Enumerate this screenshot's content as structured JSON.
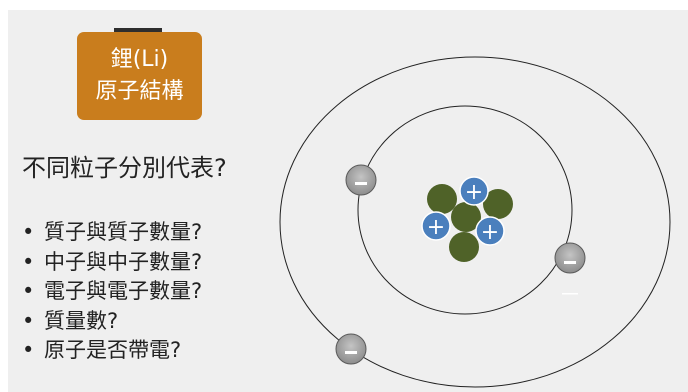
{
  "title": {
    "line1": "鋰(Li)",
    "line2": "原子結構"
  },
  "question": "不同粒子分別代表?",
  "bullets": [
    "質子與質子數量?",
    "中子與中子數量?",
    "電子與電子數量?",
    "質量數?",
    "原子是否帶電?"
  ],
  "bullet_symbol": "•",
  "atom": {
    "proton_symbol": "+",
    "electron_symbol": "−",
    "protons": 3,
    "neutrons": 4,
    "electrons": 3,
    "colors": {
      "proton": "#4a7fbd",
      "neutron": "#4f6228",
      "electron": "#9a9a9a",
      "title_box": "#c97d1d",
      "background": "#efefef"
    }
  }
}
